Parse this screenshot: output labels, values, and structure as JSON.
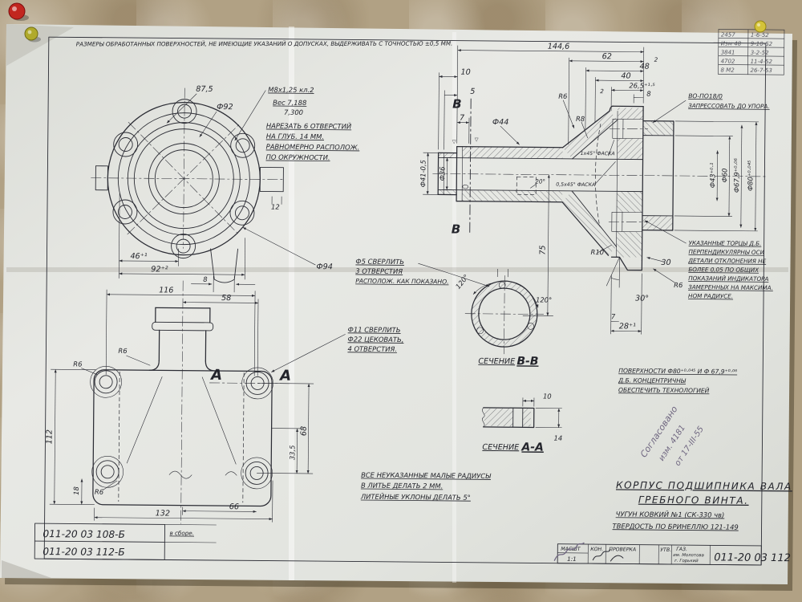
{
  "colors": {
    "ink": "#2b2c34",
    "paper": "#e5e6e2",
    "table_bg": "#b1a184",
    "pin_red": "#c2261f",
    "pin_olive": "#b0aa2b",
    "pin_yellow": "#d4c339",
    "handwriting_purple": "#6f6680"
  },
  "general_note": "РАЗМЕРЫ ОБРАБОТАННЫХ ПОВЕРХНОСТЕЙ, НЕ ИМЕЮЩИЕ УКАЗАНИЙ О ДОПУСКАХ, ВЫДЕРЖИВАТЬ С ТОЧНОСТЬЮ ±0,5 ММ.",
  "revision_table": {
    "rows": [
      [
        "2457",
        "1-6-52"
      ],
      [
        "Изм 48",
        "9-10-52"
      ],
      [
        "3841",
        "3-2-52"
      ],
      [
        "4702",
        "11-4-52"
      ],
      [
        "8 М2",
        "26-7-53"
      ]
    ]
  },
  "front_view": {
    "dims": {
      "diag": "87,5",
      "d92": "Ф92",
      "d94": "Ф94",
      "w46": "46⁺¹",
      "w92": "92⁺²",
      "lug12": "12"
    }
  },
  "thread_note": {
    "l1": "М8х1,25 кл.2",
    "l2": "Вес 7,188",
    "l3": "7,300",
    "l4": "НАРЕЗАТЬ 6 ОТВЕРСТИЙ",
    "l5": "НА ГЛУБ. 14 ММ.",
    "l6": "РАВНОМЕРНО РАСПОЛОЖ.",
    "l7": "ПО ОКРУЖНОСТИ."
  },
  "drill5_note": {
    "l1": "Ф5 СВЕРЛИТЬ",
    "l2": "3 ОТВЕРСТИЯ",
    "l3": "РАСПОЛОЖ. КАК ПОКАЗАНО."
  },
  "drill11_note": {
    "l1": "Ф11 СВЕРЛИТЬ",
    "l2": "Ф22 ЦЕКОВАТЬ,",
    "l3": "4 ОТВЕРСТИЯ."
  },
  "casting_note": {
    "l1": "ВСЕ НЕУКАЗАННЫЕ МАЛЫЕ РАДИУСЫ",
    "l2": "В ЛИТЬЕ ДЕЛАТЬ 2 ММ.",
    "l3": "ЛИТЕЙНЫЕ УКЛОНЫ ДЕЛАТЬ 5°"
  },
  "press_note": {
    "l1": "ВО-ПО18/0",
    "l2": "ЗАПРЕССОВАТЬ ДО УПОРА."
  },
  "perp_note": {
    "l1": "УКАЗАННЫЕ ТОРЦЫ Д.Б.",
    "l2": "ПЕРПЕНДИКУЛЯРНЫ ОСИ",
    "l3": "ДЕТАЛИ ОТКЛОНЕНИЯ НЕ",
    "l4": "БОЛЕЕ 0,05 ПО ОБЩИХ",
    "l5": "ПОКАЗАНИЙ ИНДИКАТОРА",
    "l6": "ЗАМЕРЕННЫХ НА МАКСИМА.",
    "l7": "НОМ РАДИУСЕ."
  },
  "conc_note": {
    "l1": "ПОВЕРХНОСТИ Ф80⁺⁰·⁰⁴⁵ И Ф 67,9⁺⁰·⁰⁶",
    "l2": "Д.Б. КОНЦЕНТРИЧНЫ",
    "l3": "ОБЕСПЕЧИТЬ ТЕХНОЛОГИЕЙ"
  },
  "bottom_view": {
    "dims": {
      "w8": "8",
      "w116": "116",
      "w58": "58",
      "h112": "112",
      "h18": "18",
      "w132": "132",
      "w66": "66",
      "h68": "68",
      "h335": "33,5",
      "r6": "R6",
      "marker": "А"
    }
  },
  "section_view": {
    "dims": {
      "len": "144,6",
      "l62": "62",
      "l48": "48",
      "l40": "40",
      "l265": "26,5⁺¹·⁵",
      "l8": "8",
      "l10": "10",
      "l5": "5",
      "l7": "7",
      "l2": "2",
      "d44": "Ф44",
      "r6": "R6",
      "r8": "R8",
      "r10": "R10",
      "h75": "75",
      "a30": "30°",
      "w28": "28⁺¹",
      "l30": "30",
      "w7": "7",
      "d41": "Ф41-0,5",
      "d36": "Ф36",
      "d43": "Ф43⁺⁰·¹",
      "d60": "Ф60",
      "d679": "Ф67,9⁺⁰·⁰⁶",
      "d80": "Ф80⁺⁰·⁰⁴⁵",
      "ch1": "1х45° ФАСКА",
      "ch05": "0,5х45° ФАСКА",
      "a20": "20°",
      "marker": "В",
      "finish": "▽"
    }
  },
  "section_bb": {
    "label": "СЕЧЕНИЕ",
    "name": "В-В",
    "angle": "120°"
  },
  "section_aa": {
    "label": "СЕЧЕНИЕ",
    "name": "А-А",
    "d10": "10",
    "d14": "14"
  },
  "title_block": {
    "l1": "КОРПУС ПОДШИПНИКА ВАЛА",
    "l2": "ГРЕБНОГО ВИНТА.",
    "material": "ЧУГУН КОВКИЙ №1 (СК-330 чв)",
    "hardness": "ТВЕРДОСТЬ ПО БРИНЕЛЛЮ 121-149"
  },
  "part_table": {
    "row1": "011-20 03 108-Б",
    "row1_note": "в сборе.",
    "row2": "011-20 03 112-Б"
  },
  "stamp": {
    "scale_label": "МАСШТ",
    "scale": "1:1",
    "c2": "КОН.",
    "c3": "ПРОВЕРКА",
    "c4": "УТВ.",
    "f1": "ГАЗ.",
    "f2": "им. Молотова",
    "f3": "г. Горький",
    "number": "011-20 03 112"
  },
  "handwriting": {
    "l1": "Согласовано",
    "l2": "изм. 4181",
    "l3": "от 17-III-55"
  }
}
